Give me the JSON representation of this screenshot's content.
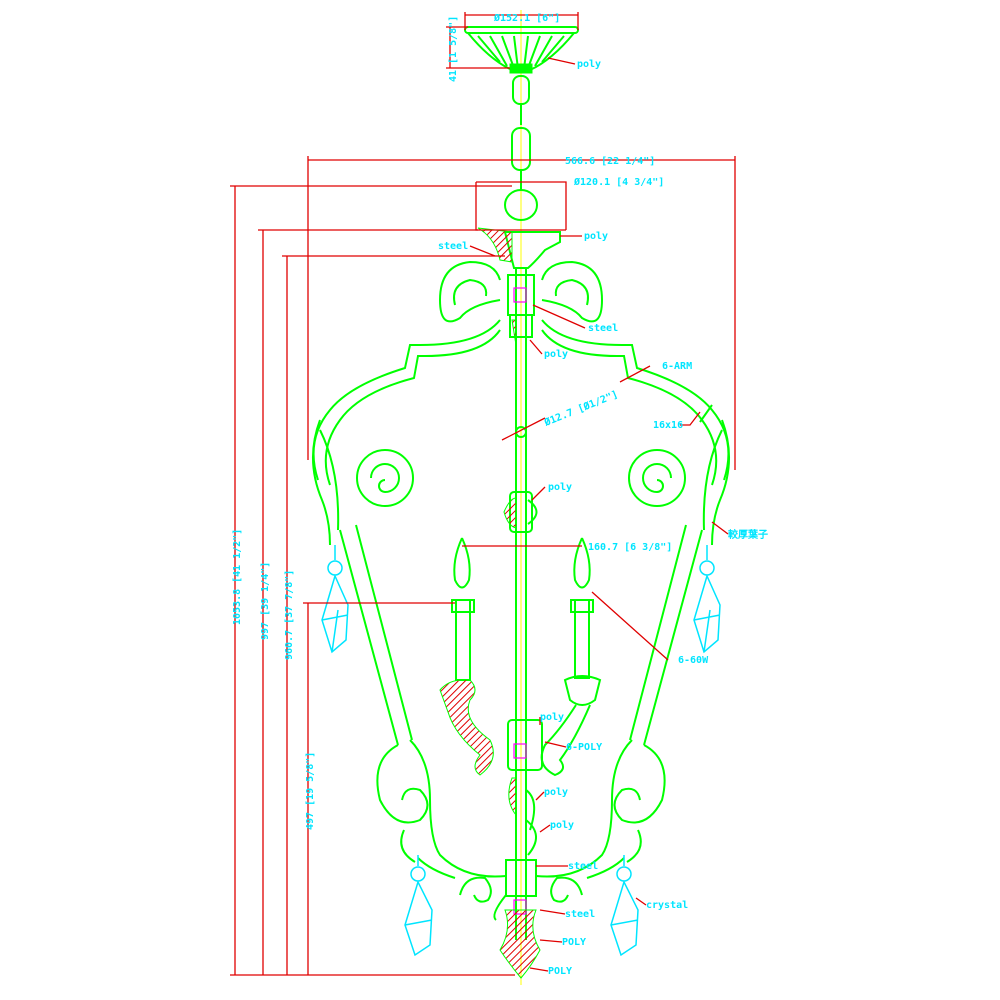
{
  "drawing": {
    "title": "Chandelier technical drawing",
    "dimensions": {
      "canopy_diameter": "Ø152.1 [6\"]",
      "canopy_height": "41 [1 5/8\"]",
      "overall_width": "566.6 [22 1/4\"]",
      "top_cap_diameter": "Ø120.1 [4 3/4\"]",
      "overall_height": "1053.8 [41 1/2\"]",
      "height_997": "997 [39 1/4\"]",
      "height_960": "960.7 [37 7/8\"]",
      "height_497": "497 [19 5/8\"]",
      "rod_diameter": "Ø12.7 [Ø1/2\"]",
      "candle_spacing": "160.7 [6 3/8\"]"
    },
    "callouts": {
      "canopy": "poly",
      "cap": "poly",
      "steel_top": "steel",
      "steel_hub": "steel",
      "poly_hub": "poly",
      "arm": "6-ARM",
      "arm_section": "16x16",
      "rod_poly": "poly",
      "leaf": "較厚葉子",
      "bulbs": "6-60W",
      "poly_mid": "poly",
      "cups": "6-POLY",
      "poly_low1": "poly",
      "poly_low2": "poly",
      "steel_low1": "steel",
      "crystal": "crystal",
      "steel_low2": "steel",
      "poly_finial1": "POLY",
      "poly_finial2": "POLY"
    },
    "colors": {
      "frame": "#00ff00",
      "dimension": "#e00000",
      "text": "#00e5ff",
      "axis": "#ffff00",
      "marker": "#ff00ff"
    }
  }
}
